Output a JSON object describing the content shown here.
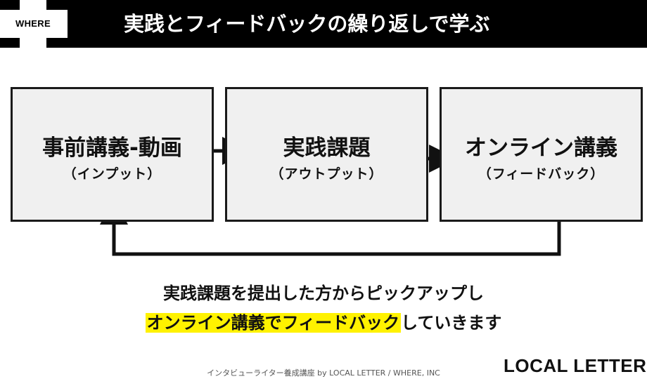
{
  "header": {
    "logo_text": "WHERE",
    "title": "実践とフィードバックの繰り返しで学ぶ"
  },
  "diagram": {
    "boxes": [
      {
        "title": "事前講義-動画",
        "subtitle": "（インプット）"
      },
      {
        "title": "実践課題",
        "subtitle": "（アウトプット）"
      },
      {
        "title": "オンライン講義",
        "subtitle": "（フィードバック）"
      }
    ]
  },
  "caption": {
    "line1": "実践課題を提出した方からピックアップし",
    "line2_highlight": "オンライン講義でフィードバック",
    "line2_rest": "していきます"
  },
  "footer": {
    "credit": "インタビューライター養成講座 by LOCAL LETTER / WHERE, INC",
    "brand": "LOCAL LETTER"
  },
  "colors": {
    "header_bg": "#000000",
    "box_bg": "#f0f0f0",
    "highlight": "#fff200"
  }
}
